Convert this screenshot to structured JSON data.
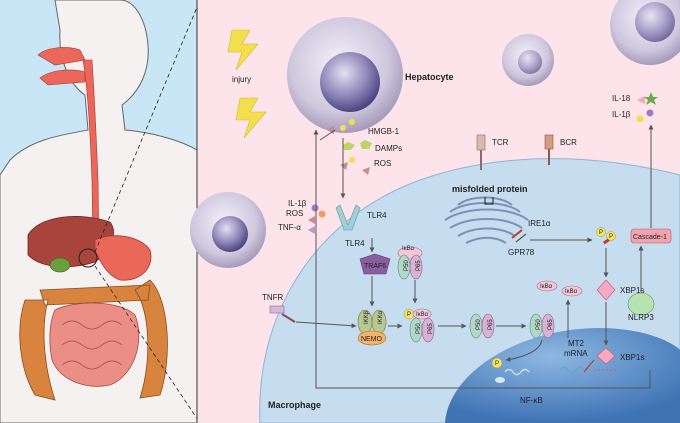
{
  "labels": {
    "injury": "injury",
    "hepatocyte": "Hepatocyte",
    "macrophage": "Macrophage",
    "hmgb1": "HMGB-1",
    "damps": "DAMPs",
    "ros_top": "ROS",
    "tcr": "TCR",
    "bcr": "BCR",
    "il1b_left": "IL-1β",
    "ros_left": "ROS",
    "tnfa": "TNF-α",
    "tlr4_receptor": "TLR4",
    "tlr4_inner": "TLR4",
    "traf6": "TRAF6",
    "tnfr": "TNFR",
    "ikkb": "IKKβ",
    "ikka": "IKKα",
    "nemo": "NEMO",
    "ikba": "IκBα",
    "p50": "P50",
    "p65": "P65",
    "p": "P",
    "misfolded_protein": "misfolded protein",
    "ire1a": "IRE1α",
    "gpr78": "GPR78",
    "xbp1s": "XBP1s",
    "xbp1s_nucleus": "XBP1s",
    "mt2_mrna_1": "MT2",
    "mt2_mrna_2": "mRNA",
    "nlrp3": "NLRP3",
    "cascade1": "Cascade-1",
    "il18": "IL-18",
    "il1b_right": "IL-1β",
    "nfkb": "NF-κB"
  },
  "colors": {
    "left_panel_bg": "#c8e6f5",
    "main_bg": "#fce4ea",
    "macrophage_bg": "#c6dcef",
    "nucleus": "#6d9fd1",
    "arrow": "#555555",
    "traf6": "#8a5f9e",
    "nemo": "#f2b36e",
    "p_circle": "#f4e36a"
  }
}
